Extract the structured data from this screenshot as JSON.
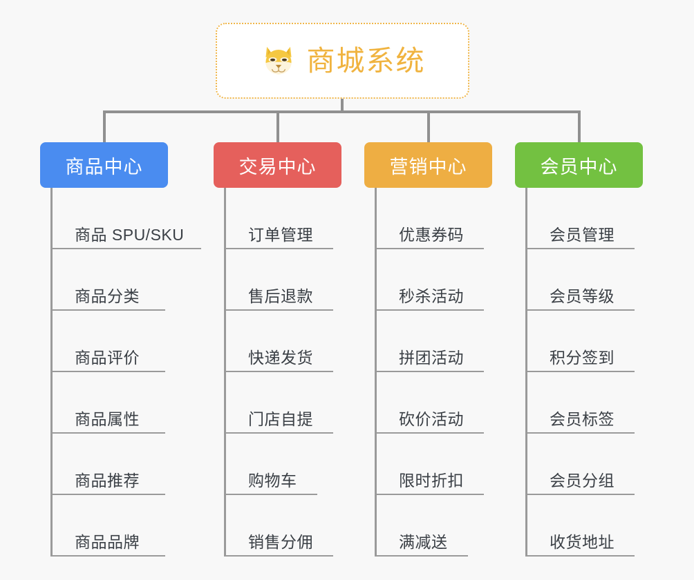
{
  "root": {
    "title": "商城系统",
    "icon": "shiba-dog-emoji",
    "border_color": "#f0b547",
    "text_color": "#f0b33f"
  },
  "canvas": {
    "background": "#f8f8f8",
    "connector_color": "#909090"
  },
  "branches": [
    {
      "id": "product-center",
      "label": "商品中心",
      "color": "#4a8cf0",
      "items": [
        "商品 SPU/SKU",
        "商品分类",
        "商品评价",
        "商品属性",
        "商品推荐",
        "商品品牌"
      ]
    },
    {
      "id": "trade-center",
      "label": "交易中心",
      "color": "#e5605c",
      "items": [
        "订单管理",
        "售后退款",
        "快递发货",
        "门店自提",
        "购物车",
        "销售分佣"
      ]
    },
    {
      "id": "marketing-center",
      "label": "营销中心",
      "color": "#eeae43",
      "items": [
        "优惠券码",
        "秒杀活动",
        "拼团活动",
        "砍价活动",
        "限时折扣",
        "满减送"
      ]
    },
    {
      "id": "member-center",
      "label": "会员中心",
      "color": "#73c141",
      "items": [
        "会员管理",
        "会员等级",
        "积分签到",
        "会员标签",
        "会员分组",
        "收货地址"
      ]
    }
  ]
}
